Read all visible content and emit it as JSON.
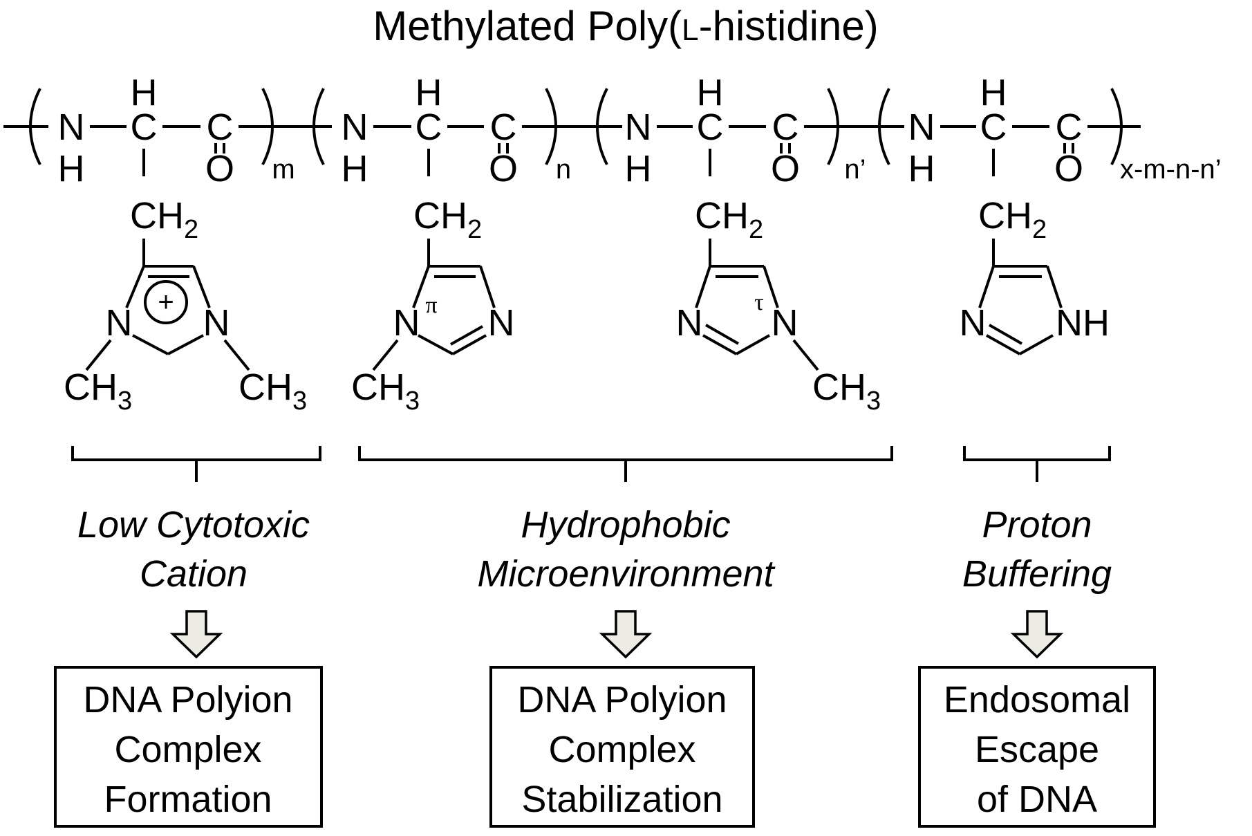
{
  "title_main": "Methylated Poly(",
  "title_small": "L",
  "title_rest": "-histidine)",
  "atoms": {
    "N": "N",
    "H": "H",
    "C": "C",
    "O": "O",
    "NH": "NH",
    "CH": "CH",
    "two": "2",
    "three": "3",
    "plus": "+",
    "pi": "π",
    "tau": "τ"
  },
  "repeat_labels": [
    "m",
    "n",
    "n’",
    "x-m-n-n’"
  ],
  "labels": [
    {
      "line1": "Low Cytotoxic",
      "line2": "Cation"
    },
    {
      "line1": "Hydrophobic",
      "line2": "Microenvironment"
    },
    {
      "line1": "Proton",
      "line2": "Buffering"
    }
  ],
  "boxes": [
    {
      "line1": "DNA Polyion",
      "line2": "Complex",
      "line3": "Formation"
    },
    {
      "line1": "DNA Polyion",
      "line2": "Complex",
      "line3": "Stabilization"
    },
    {
      "line1": "Endosomal",
      "line2": "Escape",
      "line3": "of DNA"
    }
  ],
  "arrow_fill": "#ecece4"
}
